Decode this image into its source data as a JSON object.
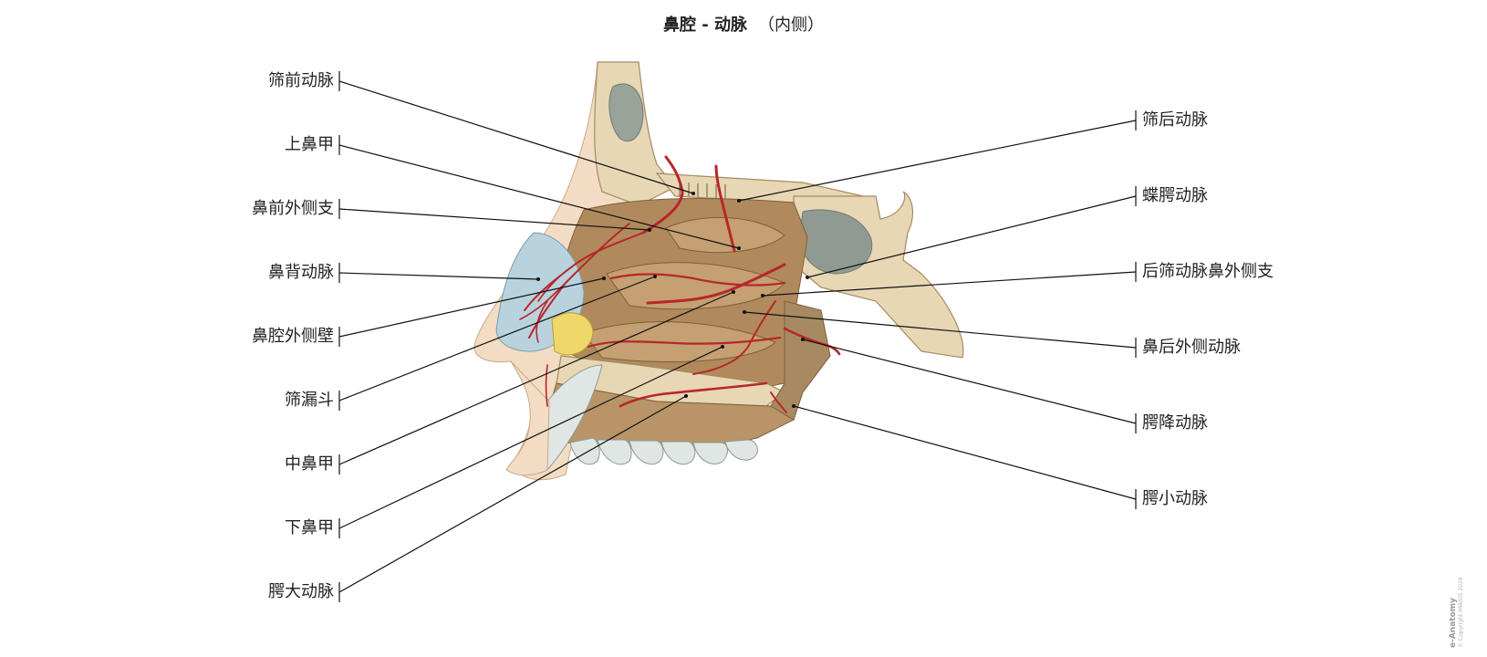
{
  "title": {
    "main": "鼻腔 - 动脉",
    "sub": "（内侧）"
  },
  "labels_left": [
    {
      "id": "anterior-ethmoidal-artery",
      "text": "筛前动脉"
    },
    {
      "id": "superior-nasal-concha",
      "text": "上鼻甲"
    },
    {
      "id": "anterior-lateral-nasal-branch",
      "text": "鼻前外侧支"
    },
    {
      "id": "dorsal-nasal-artery",
      "text": "鼻背动脉"
    },
    {
      "id": "lateral-wall-nasal-cavity",
      "text": "鼻腔外侧壁"
    },
    {
      "id": "ethmoidal-infundibulum",
      "text": "筛漏斗"
    },
    {
      "id": "middle-nasal-concha",
      "text": "中鼻甲"
    },
    {
      "id": "inferior-nasal-concha",
      "text": "下鼻甲"
    },
    {
      "id": "greater-palatine-artery",
      "text": "腭大动脉"
    }
  ],
  "labels_right": [
    {
      "id": "posterior-ethmoidal-artery",
      "text": "筛后动脉"
    },
    {
      "id": "sphenopalatine-artery",
      "text": "蝶腭动脉"
    },
    {
      "id": "posterior-ethmoidal-lateral-nasal-branch",
      "text": "后筛动脉鼻外侧支"
    },
    {
      "id": "posterior-lateral-nasal-artery",
      "text": "鼻后外侧动脉"
    },
    {
      "id": "descending-palatine-artery",
      "text": "腭降动脉"
    },
    {
      "id": "lesser-palatine-artery",
      "text": "腭小动脉"
    }
  ],
  "watermark": {
    "brand": "e-Anatomy",
    "copyright": "© Copyright IMAIOS 2026"
  },
  "colors": {
    "artery": "#b8262b",
    "bone": "#e8d7b4",
    "bone_dark": "#c9ad7e",
    "mucosa": "#b08a5d",
    "mucosa_light": "#c4a072",
    "skin": "#f3dcc4",
    "cartilage": "#b9d3de",
    "fat": "#efd76a",
    "teeth": "#dfe6e3",
    "leader": "#111111"
  }
}
